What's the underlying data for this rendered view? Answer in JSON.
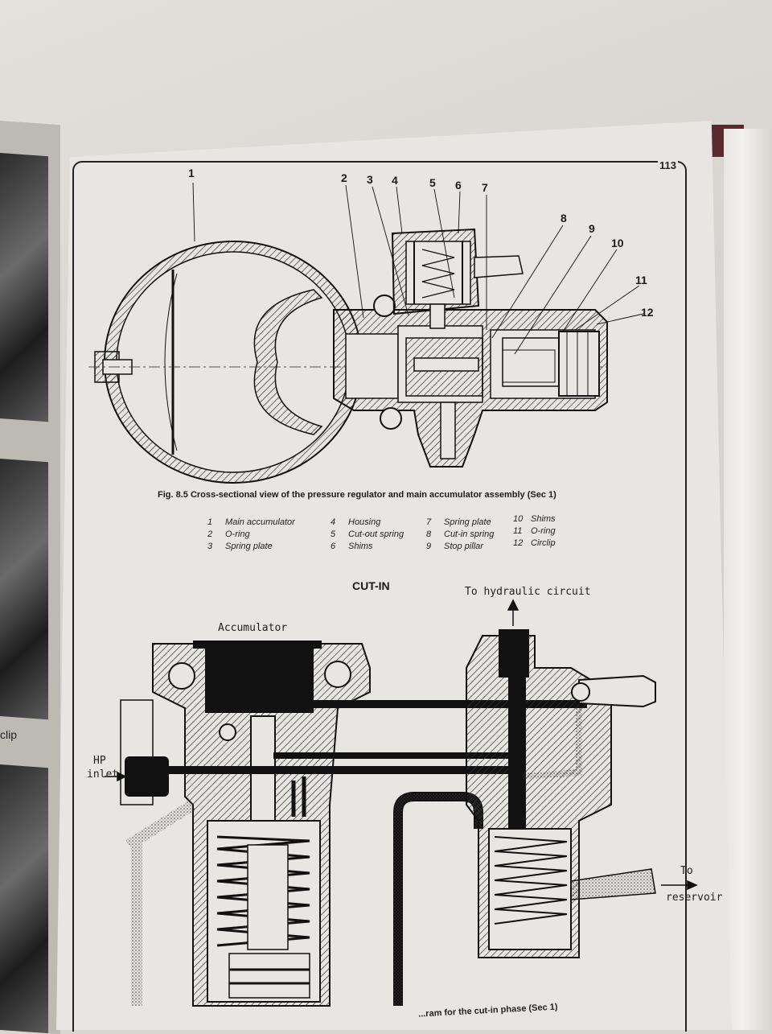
{
  "page": {
    "number": "113"
  },
  "left_page": {
    "clip_label": "clip"
  },
  "figure_8_5": {
    "callouts": [
      "1",
      "2",
      "3",
      "4",
      "5",
      "6",
      "7",
      "8",
      "9",
      "10",
      "11",
      "12"
    ],
    "caption": "Fig. 8.5 Cross-sectional view of the pressure regulator and main accumulator assembly (Sec 1)",
    "legend": [
      {
        "num": "1",
        "text": "Main accumulator"
      },
      {
        "num": "2",
        "text": "O-ring"
      },
      {
        "num": "3",
        "text": "Spring plate"
      },
      {
        "num": "4",
        "text": "Housing"
      },
      {
        "num": "5",
        "text": "Cut-out spring"
      },
      {
        "num": "6",
        "text": "Shims"
      },
      {
        "num": "7",
        "text": "Spring plate"
      },
      {
        "num": "8",
        "text": "Cut-in spring"
      },
      {
        "num": "9",
        "text": "Stop pillar"
      },
      {
        "num": "10",
        "text": "Shims"
      },
      {
        "num": "11",
        "text": "O-ring"
      },
      {
        "num": "12",
        "text": "Circlip"
      }
    ]
  },
  "figure_cut_in": {
    "title": "CUT-IN",
    "labels": {
      "hydraulic": "To hydraulic circuit",
      "accumulator": "Accumulator",
      "hp_1": "HP",
      "hp_2": "inlet",
      "to": "To",
      "reservoir": "reservoir"
    },
    "partial_caption": "...ram for the cut-in phase (Sec 1)"
  },
  "colors": {
    "ink": "#1a1a1a",
    "paper": "#e7e6e3"
  }
}
